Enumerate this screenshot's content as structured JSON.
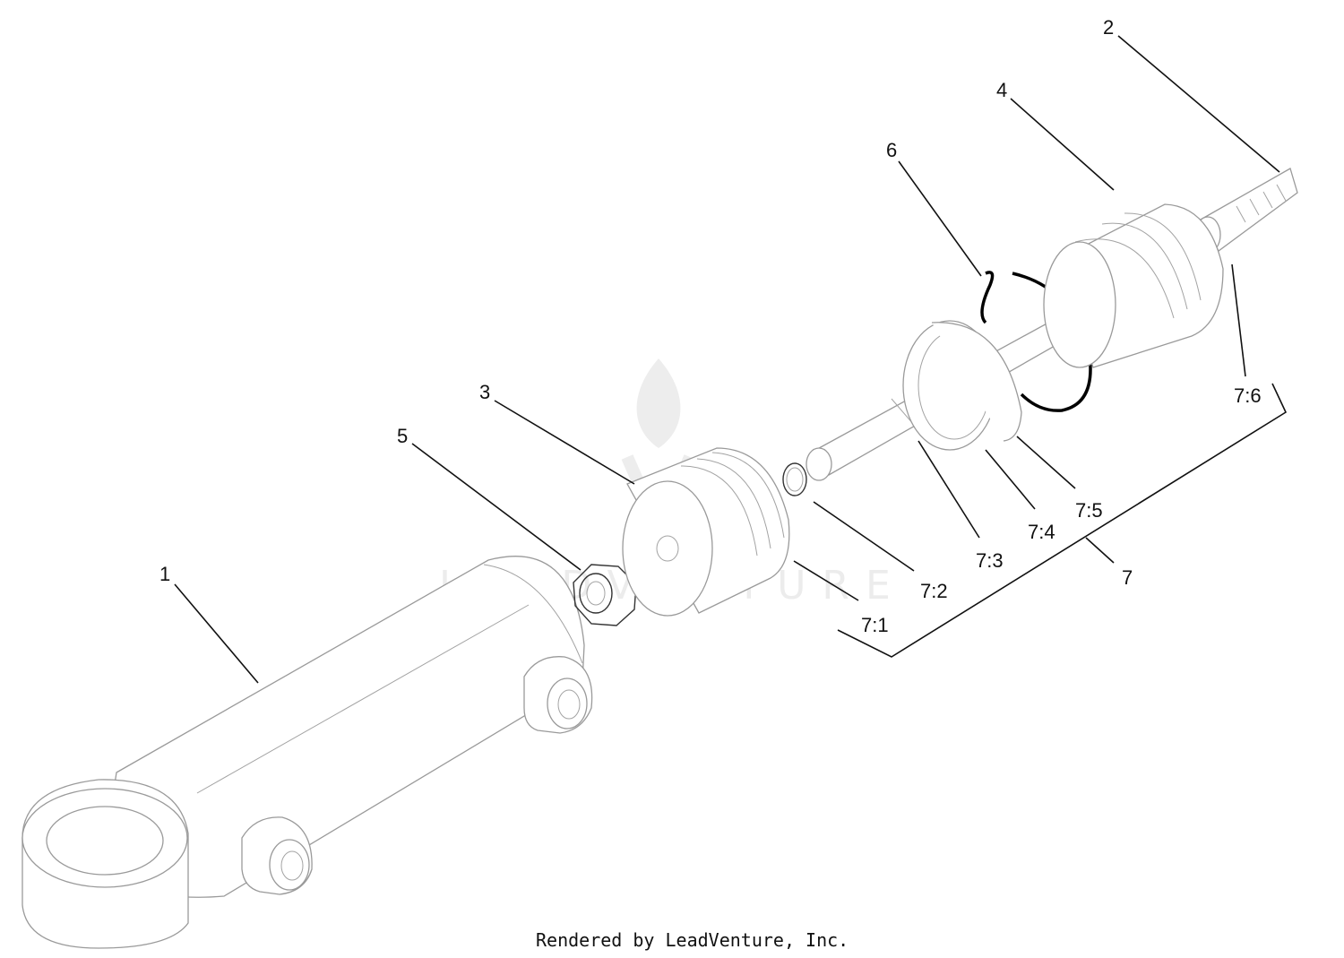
{
  "diagram": {
    "callouts": {
      "c1": "1",
      "c2": "2",
      "c3": "3",
      "c4": "4",
      "c5": "5",
      "c6": "6",
      "c7": "7",
      "c7_1": "7:1",
      "c7_2": "7:2",
      "c7_3": "7:3",
      "c7_4": "7:4",
      "c7_5": "7:5",
      "c7_6": "7:6"
    },
    "watermark": "LEADVENTURE",
    "footer": "Rendered by LeadVenture, Inc."
  }
}
